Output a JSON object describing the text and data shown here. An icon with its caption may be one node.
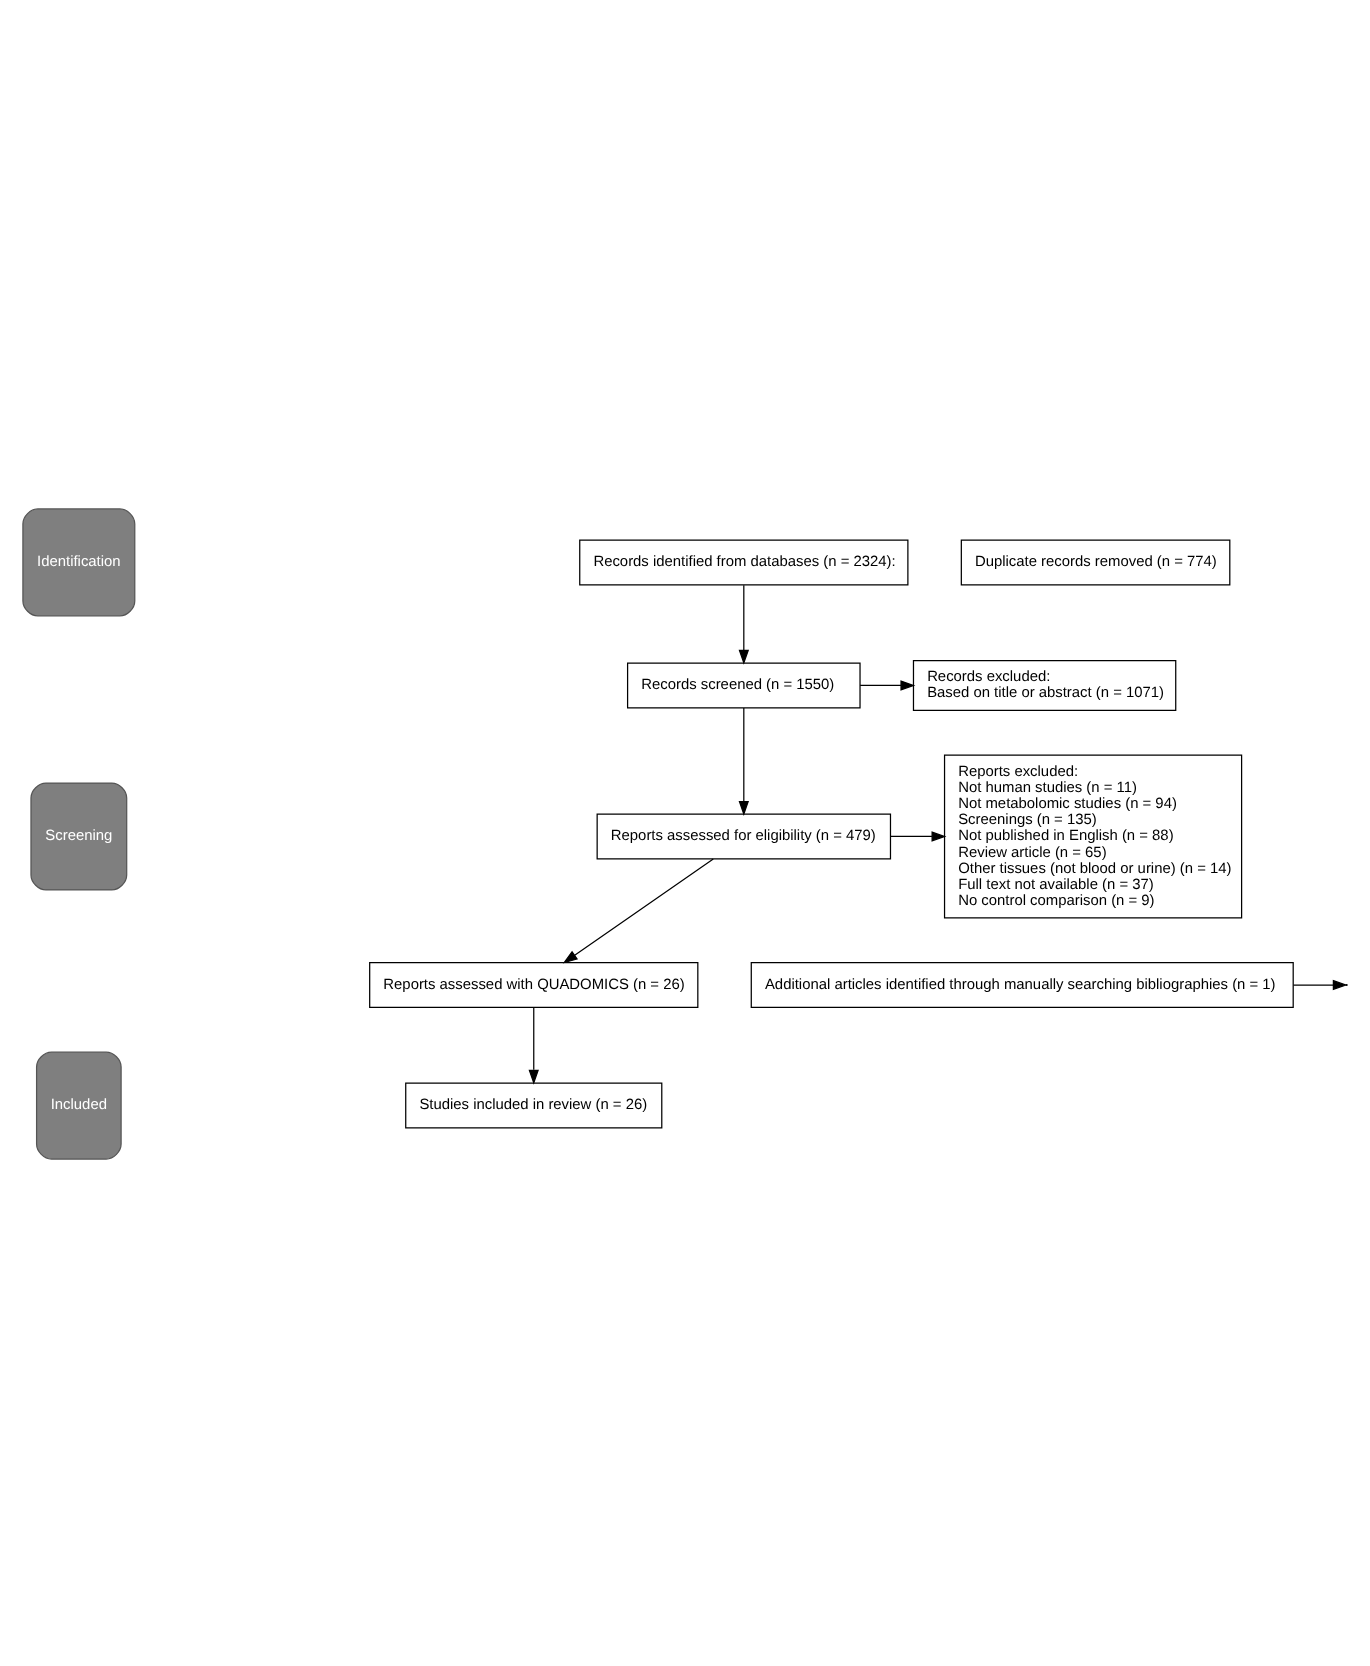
{
  "diagram": {
    "nodes": [
      {
        "text": [
          "Identification"
        ]
      },
      {
        "text": [
          "Records identified from databases (n = 2324):"
        ]
      },
      {
        "text": [
          "Duplicate records removed (n = 774)"
        ]
      },
      {
        "text": [
          "Screening"
        ]
      },
      {
        "text": [
          "Records screened (n = 1550)"
        ]
      },
      {
        "text": [
          "Records excluded:",
          "Based on title or abstract (n = 1071)"
        ]
      },
      {
        "text": [
          "Reports assessed for eligibility (n = 479)"
        ]
      },
      {
        "text": [
          "Reports excluded:",
          "Not human studies (n = 11)",
          "Not metabolomic studies (n = 94)",
          "Screenings (n = 135)",
          "Not published in English (n = 88)",
          "Review article (n = 65)",
          "Other tissues (not blood or urine) (n = 14)",
          "Full text not available (n = 37)",
          "No control comparison (n = 9)"
        ]
      },
      {
        "text": [
          "Additional articles identified through manually searching bibliographies (n = 1)"
        ]
      },
      {
        "text": [
          "Reports assessed with QUADOMICS (n = 26)"
        ]
      },
      {
        "text": [
          "Included"
        ]
      },
      {
        "text": [
          "Studies included in review (n = 26)"
        ]
      }
    ],
    "edges": [
      {
        "from": 1,
        "to": 4,
        "arrow": "to"
      },
      {
        "from": 4,
        "to": 5,
        "arrow": "to"
      },
      {
        "from": 4,
        "to": 6,
        "arrow": "to"
      },
      {
        "from": 6,
        "to": 7,
        "arrow": "to"
      },
      {
        "from": 6,
        "to": 9,
        "arrow": "to"
      },
      {
        "from": 8,
        "to": null,
        "arrow": "to"
      },
      {
        "from": 9,
        "to": 11,
        "arrow": "to"
      }
    ]
  }
}
